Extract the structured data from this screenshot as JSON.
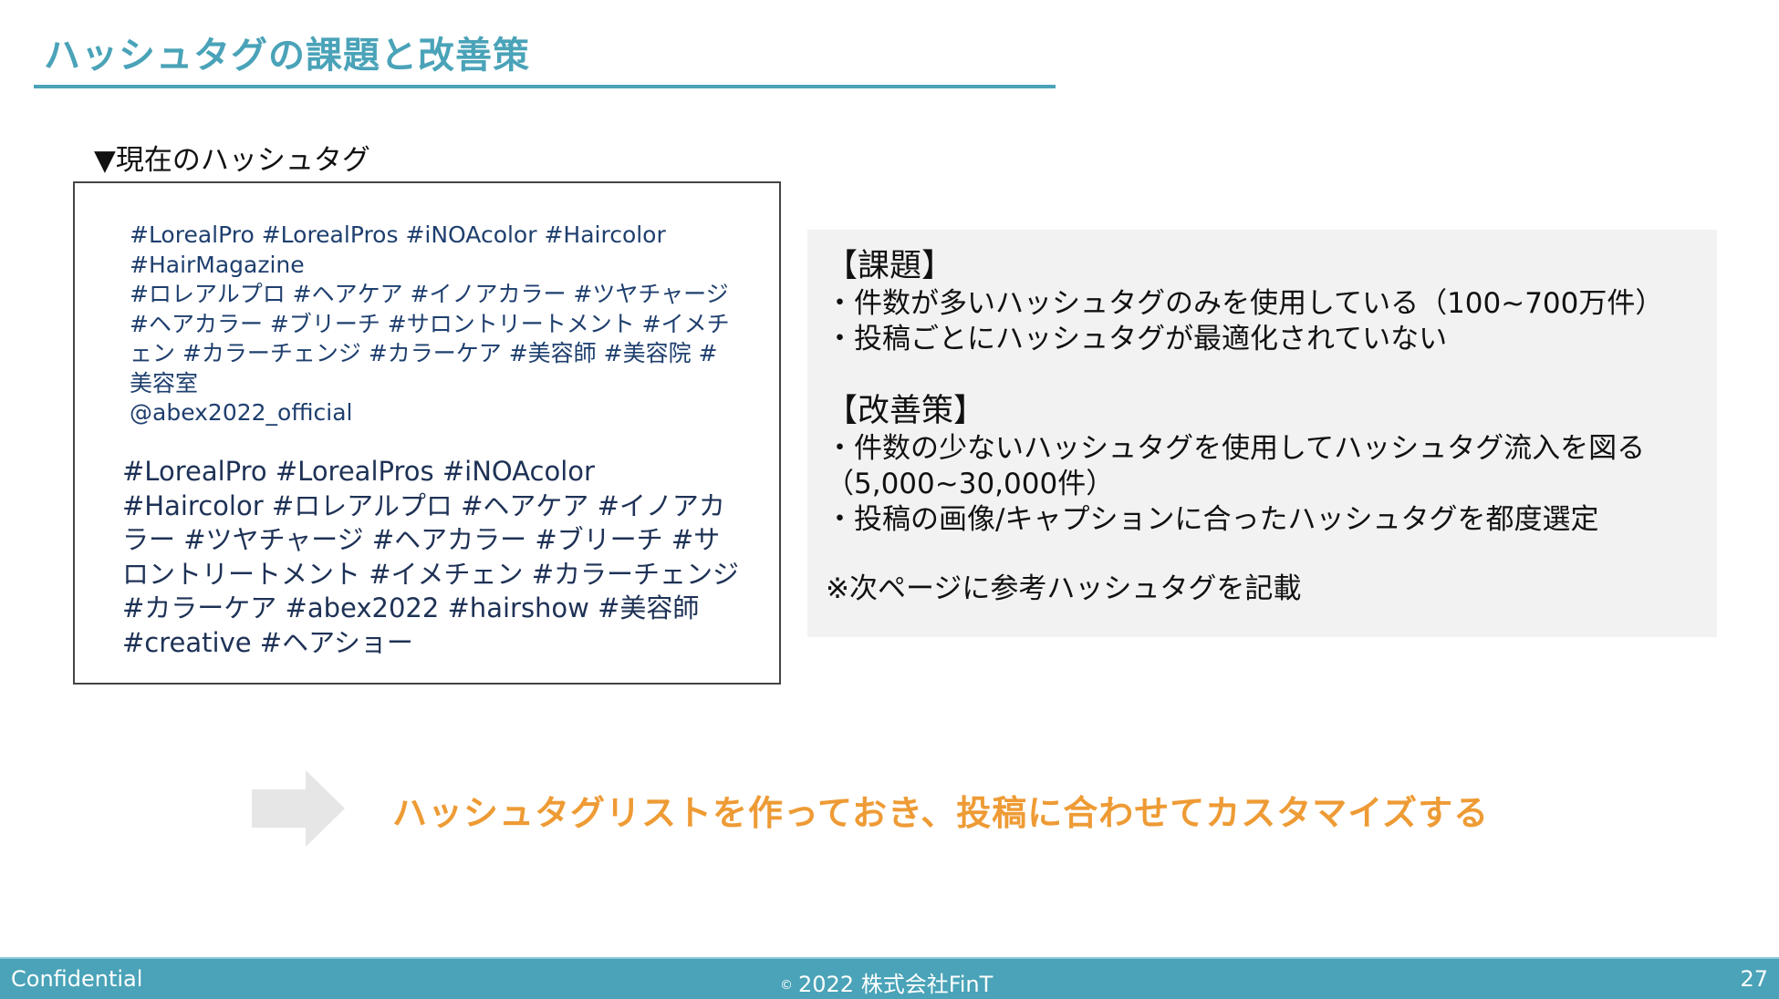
{
  "slide": {
    "title": "ハッシュタグの課題と改善策",
    "accent_color": "#4aa3b8",
    "highlight_color": "#ee9b35"
  },
  "current_hashtags": {
    "label": "▼現在のハッシュタグ",
    "post_a": {
      "line1": "#LorealPro #LorealPros #iNOAcolor #Haircolor #HairMagazine",
      "line2": "#ロレアルプロ #ヘアケア #イノアカラー #ツヤチャージ #ヘアカラー #ブリーチ  #サロントリートメント #イメチェン #カラーチェンジ #カラーケア #美容師 #美容院 #美容室",
      "line3": "@abex2022_official"
    },
    "post_b": {
      "text": "#LorealPro #LorealPros #iNOAcolor #Haircolor #ロレアルプロ #ヘアケア #イノアカラー #ツヤチャージ #ヘアカラー #ブリーチ #サロントリートメント #イメチェン #カラーチェンジ #カラーケア #abex2022 #hairshow #美容師 #creative #ヘアショー"
    }
  },
  "analysis": {
    "issues": {
      "heading": "【課題】",
      "items": [
        "・件数が多いハッシュタグのみを使用している（100~700万件）",
        "・投稿ごとにハッシュタグが最適化されていない"
      ]
    },
    "improvements": {
      "heading": "【改善策】",
      "items": [
        "・件数の少ないハッシュタグを使用してハッシュタグ流入を図る",
        "（5,000~30,000件）",
        "・投稿の画像/キャプションに合ったハッシュタグを都度選定"
      ]
    },
    "note": "※次ページに参考ハッシュタグを記載"
  },
  "conclusion": {
    "icon": "right-arrow-icon",
    "text": "ハッシュタグリストを作っておき、投稿に合わせてカスタマイズする"
  },
  "footer": {
    "left": "Confidential",
    "copyright_symbol": "©",
    "center": "2022 株式会社FinT",
    "page_number": "27"
  }
}
